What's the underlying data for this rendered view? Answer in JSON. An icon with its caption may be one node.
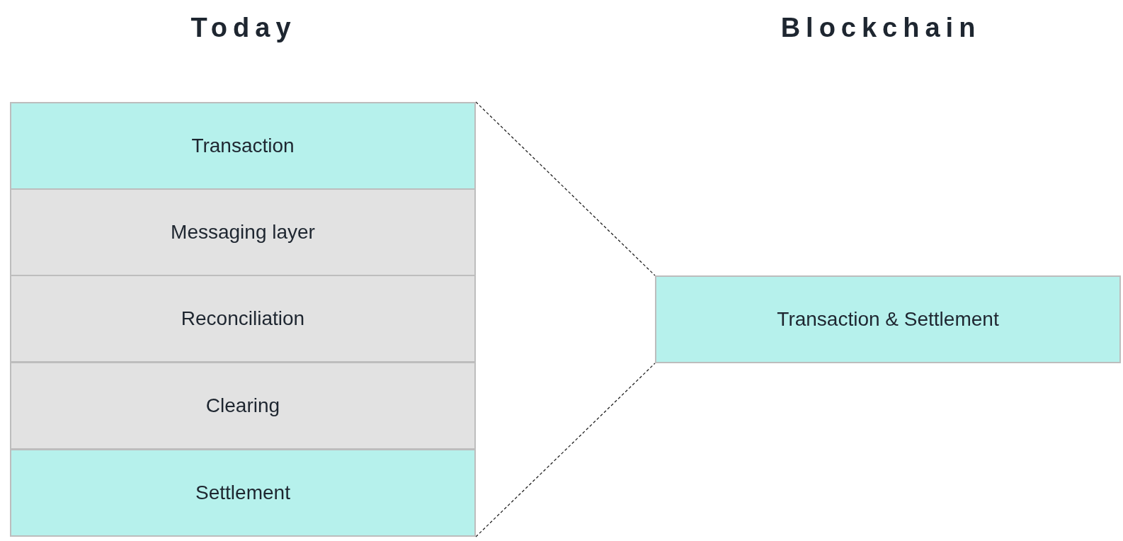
{
  "diagram": {
    "nodes": [
      {
        "text": [
          "Transaction"
        ]
      },
      {
        "text": [
          "Messaging layer"
        ]
      },
      {
        "text": [
          "Reconciliation"
        ]
      },
      {
        "text": [
          "Clearing"
        ]
      },
      {
        "text": [
          "Settlement"
        ]
      },
      {
        "text": [
          "Transaction & Settlement"
        ]
      }
    ],
    "edges": [
      {
        "from": 0,
        "to": 5,
        "arrow": "none",
        "style": "dashed"
      },
      {
        "from": 4,
        "to": 5,
        "arrow": "none",
        "style": "dashed"
      }
    ],
    "labels": [
      "Today",
      "Blockchain"
    ]
  }
}
